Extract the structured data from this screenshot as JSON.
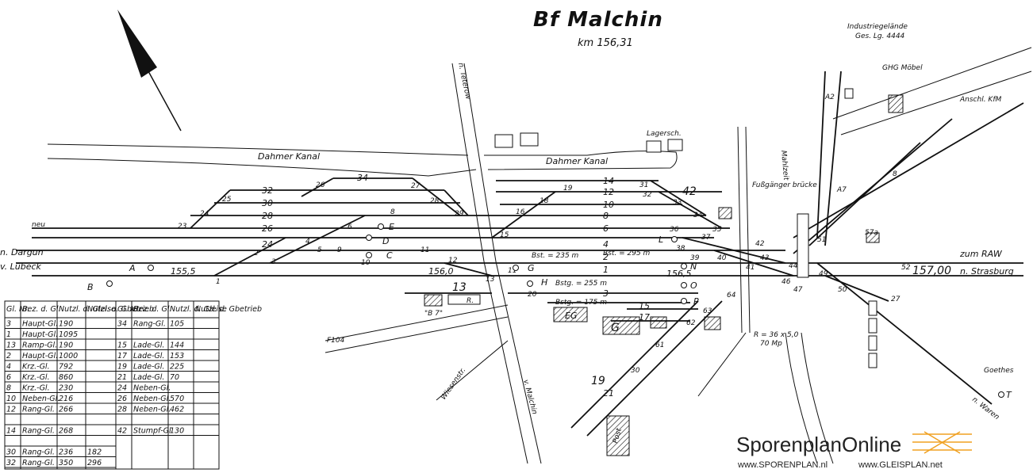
{
  "station": {
    "title": "Bf Malchin",
    "km": "km 156,31"
  },
  "places": {
    "industrie": "Industriegelände",
    "industrie2": "Ges. Lg. 4444",
    "ghg": "GHG Möbel",
    "anschl": "Anschl. KfM",
    "lager": "Lagersch.",
    "dahmer_left": "Dahmer Kanal",
    "dahmer_right": "Dahmer Kanal",
    "teterow": "n. Teterow",
    "dargun": "n. Dargun",
    "luebeck": "v. Lübeck",
    "strasburg": "n. Strasburg",
    "raw": "zum RAW",
    "waren": "n. Waren",
    "goethes": "Goethes",
    "wiesenstr": "Wiesenstr.",
    "v_malchin": "v. Malchin",
    "post": "Post",
    "f104": "F104",
    "fussganger": "Fußgänger brücke",
    "mahlzeit": "Mahlzeit",
    "neu": "neu",
    "bsteig1": "Bst. = 235 m",
    "bsteig2": "Bst. = 295 m",
    "bsteig3": "Bstg. = 255 m",
    "bsteig4": "Bstg. = 175 m",
    "r_note": "R = 36 x 5,0",
    "r_note2": "70 Mp",
    "b7": "\"B 7\"",
    "eg": "EG",
    "g": "G",
    "r": "R."
  },
  "km_marks": [
    "155,5",
    "156,0",
    "156,5",
    "157,00"
  ],
  "table_left": {
    "headers": [
      "Gl. Nr.",
      "Bez. d. Gl.",
      "Nutzl. d. Gleise",
      "Nutzl. d. Gbetrieb"
    ],
    "rows": [
      [
        "3",
        "Haupt-Gl.",
        "190",
        ""
      ],
      [
        "1",
        "Haupt-Gl.",
        "1095",
        ""
      ],
      [
        "13",
        "Ramp-Gl.",
        "190",
        ""
      ],
      [
        "2",
        "Haupt-Gl.",
        "1000",
        ""
      ],
      [
        "4",
        "Krz.-Gl.",
        "792",
        ""
      ],
      [
        "6",
        "Krz.-Gl.",
        "860",
        ""
      ],
      [
        "8",
        "Krz.-Gl.",
        "230",
        ""
      ],
      [
        "10",
        "Neben-Gl.",
        "216",
        ""
      ],
      [
        "12",
        "Rang-Gl.",
        "266",
        ""
      ],
      [
        "",
        "",
        "",
        ""
      ],
      [
        "14",
        "Rang-Gl.",
        "268",
        ""
      ],
      [
        "",
        "",
        "",
        ""
      ],
      [
        "30",
        "Rang-Gl.",
        "236",
        "182"
      ],
      [
        "32",
        "Rang-Gl.",
        "350",
        "296"
      ]
    ]
  },
  "table_right": {
    "headers": [
      "Gl. Nr.",
      "Bez. d. Gl.",
      "Nutzl. d. Gleise",
      "Nutzl. d. Gbetrieb"
    ],
    "rows": [
      [
        "34",
        "Rang-Gl.",
        "105",
        ""
      ],
      [
        "",
        "",
        "",
        ""
      ],
      [
        "15",
        "Lade-Gl.",
        "144",
        ""
      ],
      [
        "17",
        "Lade-Gl.",
        "153",
        ""
      ],
      [
        "19",
        "Lade-Gl.",
        "225",
        ""
      ],
      [
        "21",
        "Lade-Gl.",
        "70",
        ""
      ],
      [
        "24",
        "Neben-Gl.",
        "",
        ""
      ],
      [
        "26",
        "Neben-Gl.",
        "570",
        ""
      ],
      [
        "28",
        "Neben-Gl.",
        "462",
        ""
      ],
      [
        "",
        "",
        "",
        ""
      ],
      [
        "42",
        "Stumpf-Gl.",
        "130",
        ""
      ]
    ]
  },
  "brand": {
    "name": "SporenplanOnline",
    "url1": "www.SPORENPLAN.nl",
    "url2": "www.GLEISPLAN.net",
    "accent": "#f0a020"
  }
}
